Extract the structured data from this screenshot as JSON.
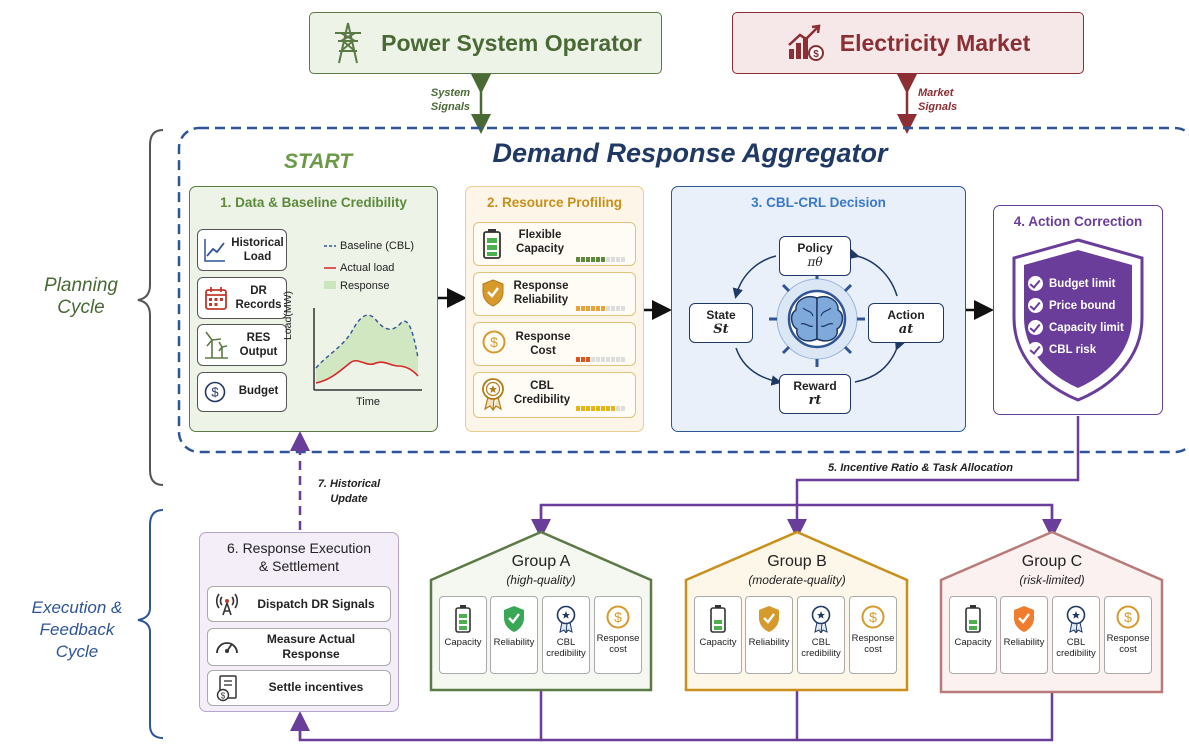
{
  "top": {
    "pso_title": "Power System Operator",
    "market_title": "Electricity Market",
    "system_signals": "System Signals",
    "market_signals": "Market Signals"
  },
  "aggregator": {
    "title": "Demand Response Aggregator",
    "start": "START"
  },
  "cycles": {
    "planning": "Planning Cycle",
    "execution": "Execution & Feedback Cycle"
  },
  "panel1": {
    "title": "1. Data & Baseline Credibility",
    "items": [
      "Historical Load",
      "DR Records",
      "RES Output",
      "Budget"
    ],
    "legend": [
      "Baseline (CBL)",
      "Actual load",
      "Response"
    ],
    "ylabel": "Load(MW)",
    "xlabel": "Time"
  },
  "panel2": {
    "title": "2. Resource Profiling",
    "items": [
      {
        "label": "Flexible Capacity",
        "level": 0.6
      },
      {
        "label": "Response Reliability",
        "level": 0.6
      },
      {
        "label": "Response Cost",
        "level": 0.3
      },
      {
        "label": "CBL Credibility",
        "level": 0.8
      }
    ]
  },
  "panel3": {
    "title": "3. CBL-CRL Decision",
    "policy": "Policy",
    "policy_sym": "πθ",
    "state": "State",
    "state_sym": "St",
    "action": "Action",
    "action_sym": "at",
    "reward": "Reward",
    "reward_sym": "rt"
  },
  "panel4": {
    "title": "4. Action Correction",
    "items": [
      "Budget limit",
      "Price bound",
      "Capacity limit",
      "CBL risk"
    ]
  },
  "flow": {
    "allocation": "5. Incentive Ratio & Task Allocation",
    "historical": "7. Historical Update"
  },
  "panel6": {
    "title_line1": "6. Response Execution",
    "title_line2": "& Settlement",
    "items": [
      "Dispatch DR Signals",
      "Measure Actual Response",
      "Settle incentives"
    ]
  },
  "groups": [
    {
      "name": "Group A",
      "sub": "(high-quality)",
      "color": "#5c7a45"
    },
    {
      "name": "Group B",
      "sub": "(moderate-quality)",
      "color": "#c8901a"
    },
    {
      "name": "Group C",
      "sub": "(risk-limited)",
      "color": "#b97a7a"
    }
  ],
  "group_cards": [
    "Capacity",
    "Reliability",
    "CBL credibility",
    "Response cost"
  ],
  "colors": {
    "green": "#5c7a45",
    "orange": "#c8901a",
    "blue": "#2f5597",
    "purple": "#6a3d9a",
    "dark_red": "#8b2f34",
    "navy": "#1f3864"
  }
}
